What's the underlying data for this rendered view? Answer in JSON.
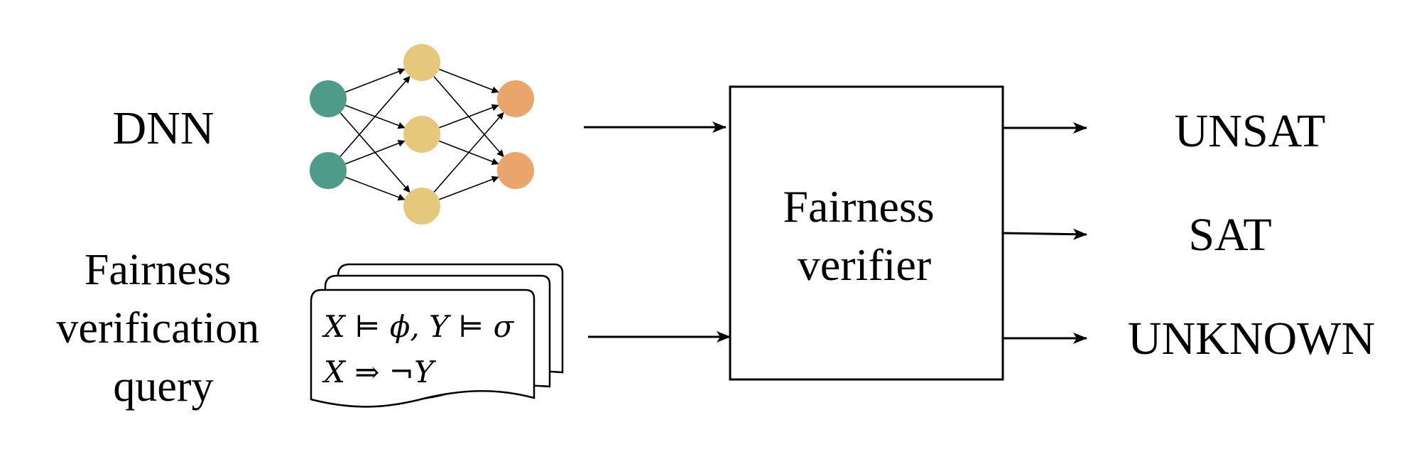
{
  "inputs": {
    "dnn_label": "DNN",
    "query_label": [
      "Fairness",
      "verification",
      "query"
    ]
  },
  "network": {
    "layers": [
      2,
      3,
      2
    ],
    "colors": {
      "input": "#4f9b8a",
      "hidden": "#e6c87c",
      "output": "#eaa56c"
    }
  },
  "query_document": {
    "line1": "X ⊨ ϕ, Y ⊨ σ",
    "line2": "X ⇒ ¬Y"
  },
  "verifier": {
    "label": [
      "Fairness",
      "verifier"
    ]
  },
  "outputs": {
    "unsat": "UNSAT",
    "sat": "SAT",
    "unknown": "UNKNOWN"
  }
}
